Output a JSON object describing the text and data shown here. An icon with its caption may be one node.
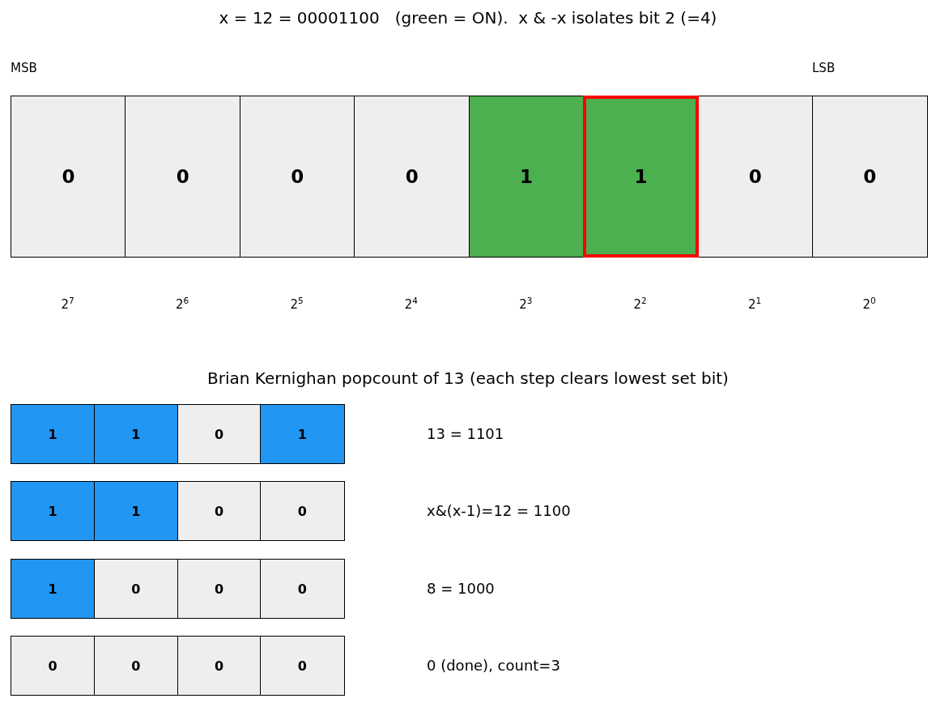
{
  "diagram": {
    "title": "x = 12 = 00001100   (green = ON).  x & -x isolates bit 2 (=4)",
    "nodes": [
      {
        "text": [
          "0"
        ]
      },
      {
        "text": [
          "0"
        ]
      },
      {
        "text": [
          "0"
        ]
      },
      {
        "text": [
          "0"
        ]
      },
      {
        "text": [
          "1"
        ]
      },
      {
        "text": [
          "1"
        ]
      },
      {
        "text": [
          "0"
        ]
      },
      {
        "text": [
          "0"
        ]
      },
      {
        "text": [
          "1"
        ]
      },
      {
        "text": [
          "1"
        ]
      },
      {
        "text": [
          "0"
        ]
      },
      {
        "text": [
          "1"
        ]
      },
      {
        "text": [
          "1"
        ]
      },
      {
        "text": [
          "1"
        ]
      },
      {
        "text": [
          "0"
        ]
      },
      {
        "text": [
          "0"
        ]
      },
      {
        "text": [
          "1"
        ]
      },
      {
        "text": [
          "0"
        ]
      },
      {
        "text": [
          "0"
        ]
      },
      {
        "text": [
          "0"
        ]
      },
      {
        "text": [
          "0"
        ]
      },
      {
        "text": [
          "0"
        ]
      },
      {
        "text": [
          "0"
        ]
      },
      {
        "text": [
          "0"
        ]
      }
    ],
    "labels": [
      "MSB",
      "LSB",
      "2$^{7}$",
      "2$^{6}$",
      "2$^{5}$",
      "2$^{4}$",
      "2$^{3}$",
      "2$^{2}$",
      "2$^{1}$",
      "2$^{0}$",
      "Brian Kernighan popcount of 13 (each step clears lowest set bit)",
      "13 = 1101",
      "x&(x-1)=12 = 1100",
      "8 = 1000",
      "0 (done), count=3"
    ]
  }
}
